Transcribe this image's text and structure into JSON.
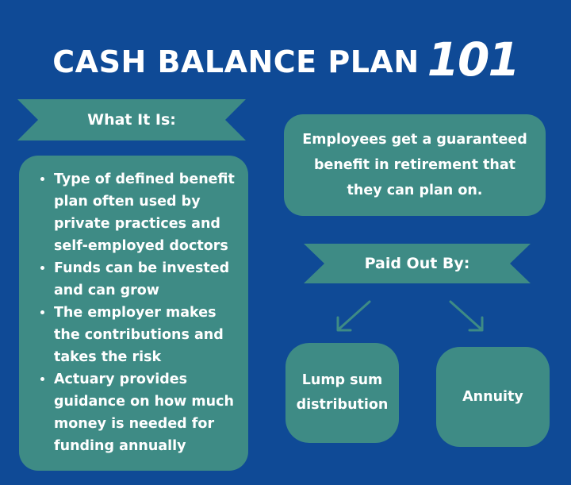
{
  "title": {
    "main": "CASH BALANCE PLAN",
    "number": "101"
  },
  "what_it_is": {
    "heading": "What It Is:",
    "bullets": [
      "Type of defined benefit plan often used by private practices and self-employed doctors",
      "Funds can be invested and can grow",
      "The employer makes the contributions and takes the risk",
      "Actuary provides guidance on how much money is needed for funding annually"
    ]
  },
  "benefit_note": "Employees get a guaranteed benefit in retirement that they can plan on.",
  "paid_out": {
    "heading": "Paid Out By:",
    "options": [
      "Lump sum distribution",
      "Annuity"
    ]
  },
  "colors": {
    "background": "#0f4a96",
    "teal": "#3e8b85",
    "text": "#ffffff"
  }
}
